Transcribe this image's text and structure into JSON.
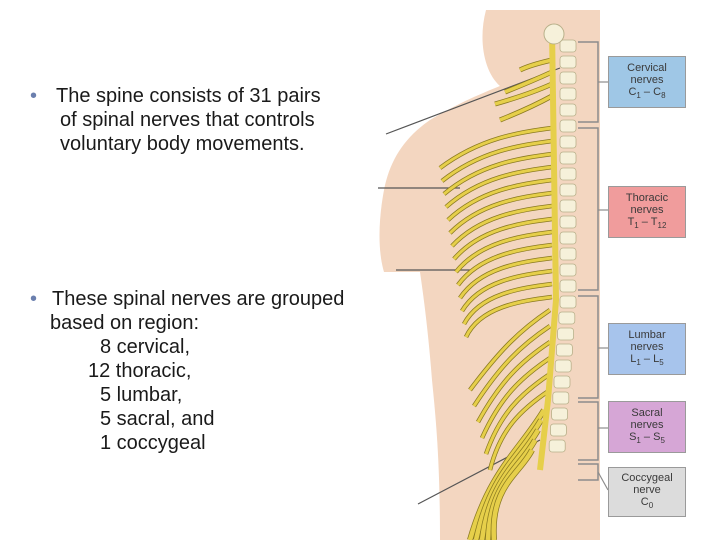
{
  "bullets": [
    {
      "lines": [
        "The spine consists of 31 pairs",
        "of spinal nerves that controls",
        "voluntary body movements."
      ]
    },
    {
      "lines": [
        "These spinal nerves are grouped",
        "based on region:",
        "8 cervical,",
        "12 thoracic,",
        "5 lumbar,",
        "5 sacral, and",
        "1 coccygeal"
      ]
    }
  ],
  "regions": {
    "cervical": {
      "name": "Cervical",
      "word": "nerves",
      "range_start": "C",
      "range_start_sub": "1",
      "range_end": "C",
      "range_end_sub": "8"
    },
    "thoracic": {
      "name": "Thoracic",
      "word": "nerves",
      "range_start": "T",
      "range_start_sub": "1",
      "range_end": "T",
      "range_end_sub": "12"
    },
    "lumbar": {
      "name": "Lumbar",
      "word": "nerves",
      "range_start": "L",
      "range_start_sub": "1",
      "range_end": "L",
      "range_end_sub": "5"
    },
    "sacral": {
      "name": "Sacral",
      "word": "nerves",
      "range_start": "S",
      "range_start_sub": "1",
      "range_end": "S",
      "range_end_sub": "5"
    },
    "coccygeal": {
      "name": "Coccygeal",
      "word": "nerve",
      "range": "C",
      "range_sub": "0"
    }
  },
  "colors": {
    "skin": "#f3d6c0",
    "nerve": "#e6cf4a",
    "nerve_outline": "#8a7a20",
    "vertebra": "#f6f1da",
    "bracket": "#8c8c8c",
    "bullet": "#6b7fae"
  }
}
